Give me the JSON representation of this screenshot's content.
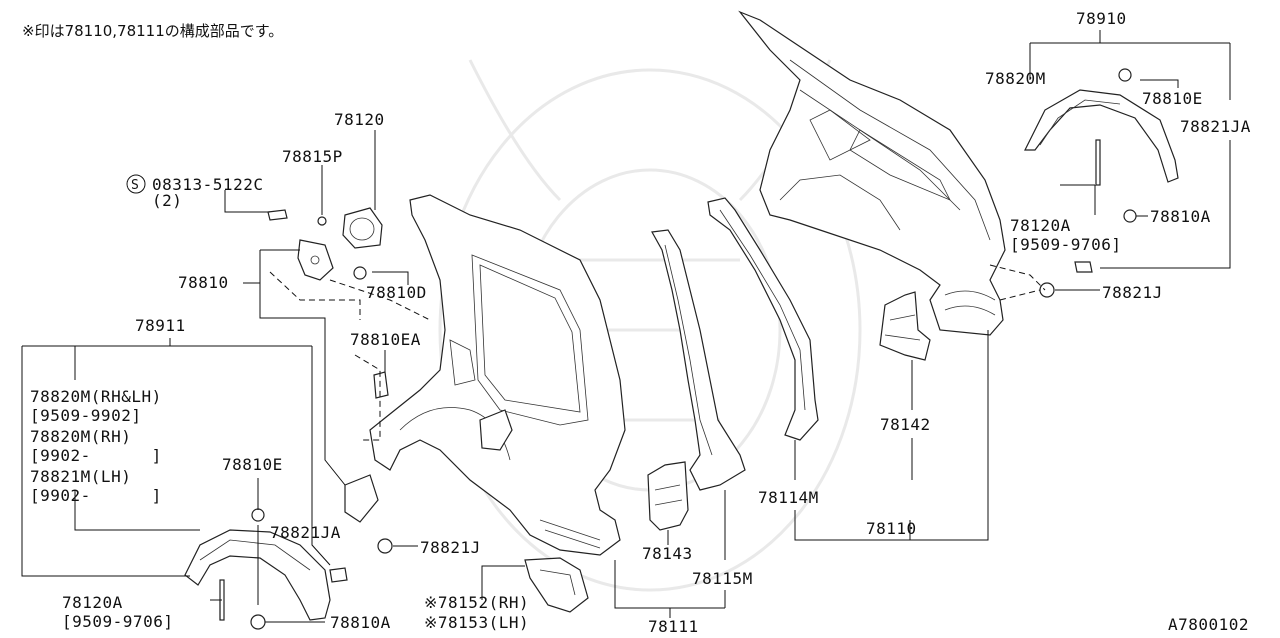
{
  "note_text": "※印は78110,78111の構成部品です。",
  "labels": {
    "l78910": "78910",
    "l78820M_top": "78820M",
    "l78810E_top": "78810E",
    "l78821JA_top": "78821JA",
    "l78120A_top": "78120A",
    "l9509_9706_top": "[9509-9706]",
    "l78810A_top": "78810A",
    "l78821J_top": "78821J",
    "l78120": "78120",
    "l78815P": "78815P",
    "s_symbol": "S",
    "l08313": "08313-5122C",
    "l08313_qty": "(2)",
    "l78810": "78810",
    "l78810D": "78810D",
    "l78810EA": "78810EA",
    "l78911": "78911",
    "l78820M_rhlh": "78820M(RH&LH)",
    "l9509_9902": "[9509-9902]",
    "l78820M_rh": "78820M(RH)",
    "l9902_a": "[9902-      ]",
    "l78821M_lh": "78821M(LH)",
    "l9902_b": "[9902-      ]",
    "l78810E_bot": "78810E",
    "l78821JA_bot": "78821JA",
    "l78821J_bot": "78821J",
    "l78120A_bot": "78120A",
    "l9509_9706_bot": "[9509-9706]",
    "l78810A_bot": "78810A",
    "l78152": "※78152(RH)",
    "l78153": "※78153(LH)",
    "l78111": "78111",
    "l78143": "78143",
    "l78115M": "78115M",
    "l78114M": "78114M",
    "l78142": "78142",
    "l78110": "78110",
    "code": "A7800102"
  }
}
